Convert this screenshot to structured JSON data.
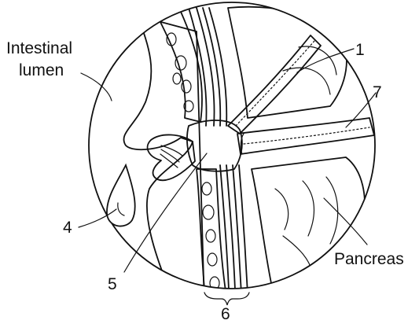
{
  "labels": {
    "intestinal_line1": "Intestinal",
    "intestinal_line2": "lumen",
    "n1": "1",
    "n7": "7",
    "n4": "4",
    "n5": "5",
    "n6": "6",
    "pancreas": "Pancreas"
  },
  "colors": {
    "ink": "#111111",
    "background": "#ffffff"
  }
}
